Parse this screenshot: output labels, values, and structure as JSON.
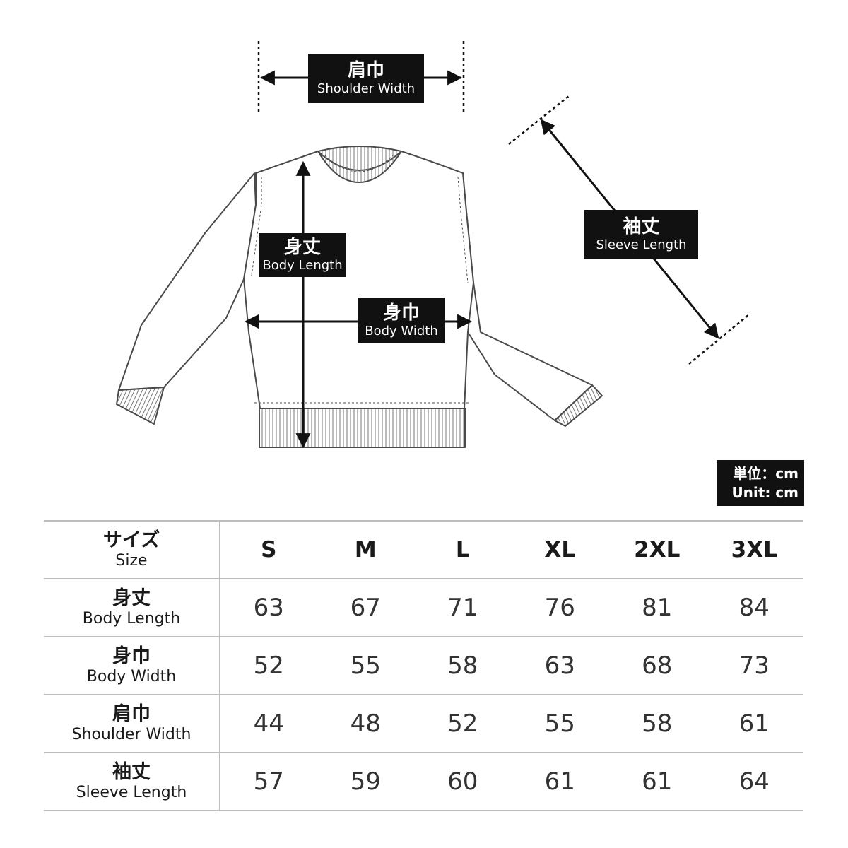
{
  "labels": {
    "shoulder_width": {
      "ja": "肩巾",
      "en": "Shoulder Width"
    },
    "body_length": {
      "ja": "身丈",
      "en": "Body Length"
    },
    "body_width": {
      "ja": "身巾",
      "en": "Body Width"
    },
    "sleeve_length": {
      "ja": "袖丈",
      "en": "Sleeve Length"
    }
  },
  "unit": {
    "ja": "単位：cm",
    "en": "Unit: cm"
  },
  "table": {
    "size_header": {
      "ja": "サイズ",
      "en": "Size"
    },
    "sizes": [
      "S",
      "M",
      "L",
      "XL",
      "2XL",
      "3XL"
    ],
    "rows": [
      {
        "ja": "身丈",
        "en": "Body Length",
        "values": [
          "63",
          "67",
          "71",
          "76",
          "81",
          "84"
        ]
      },
      {
        "ja": "身巾",
        "en": "Body Width",
        "values": [
          "52",
          "55",
          "58",
          "63",
          "68",
          "73"
        ]
      },
      {
        "ja": "肩巾",
        "en": "Shoulder Width",
        "values": [
          "44",
          "48",
          "52",
          "55",
          "58",
          "61"
        ]
      },
      {
        "ja": "袖丈",
        "en": "Sleeve Length",
        "values": [
          "57",
          "59",
          "60",
          "61",
          "61",
          "64"
        ]
      }
    ]
  },
  "colors": {
    "label_bg": "#111111",
    "line": "#4a4a4a",
    "table_border": "#bdbdbd"
  }
}
